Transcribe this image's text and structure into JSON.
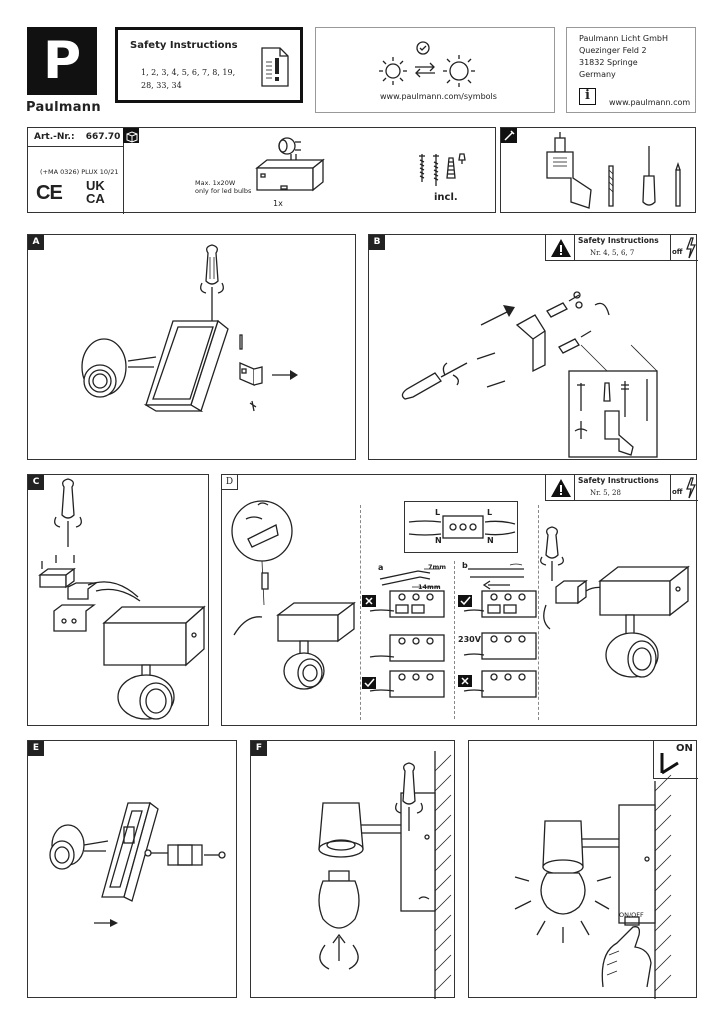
{
  "brand": {
    "logo_letter": "P",
    "name": "Paulmann"
  },
  "safety_header": {
    "title": "Safety Instructions",
    "numbers_line1": "1, 2, 3, 4, 5, 6, 7, 8, 19,",
    "numbers_line2": "28, 33, 34"
  },
  "symbols": {
    "url": "www.paulmann.com/symbols"
  },
  "company": {
    "line1": "Paulmann Licht GmbH",
    "line2": "Quezinger Feld 2",
    "line3": "31832 Springe",
    "line4": "Germany",
    "url": "www.paulmann.com"
  },
  "product": {
    "article_label": "Art.-Nr.:",
    "article_number": "667.70",
    "regulation": "(+MA 0326) PLUX 10/21",
    "ce": "CE",
    "ukca_top": "UK",
    "ukca_bottom": "CA",
    "bulb_note_1": "Max. 1x20W",
    "bulb_note_2": "only for led bulbs",
    "quantity": "1x",
    "included": "incl."
  },
  "panels": {
    "a": "A",
    "b": "B",
    "c": "C",
    "d": "D",
    "e": "E",
    "f": "F",
    "safety_title": "Safety Instructions",
    "b_numbers": "Nr. 4, 5, 6, 7",
    "d_numbers": "Nr. 5, 28",
    "off": "off",
    "wire_l": "L",
    "wire_n": "N",
    "strip_7": "7mm",
    "strip_14": "14mm",
    "opt_a": "a",
    "opt_b": "b",
    "voltage": "230V~",
    "on_label": "ON",
    "onoff_label": "ON/OFF"
  }
}
